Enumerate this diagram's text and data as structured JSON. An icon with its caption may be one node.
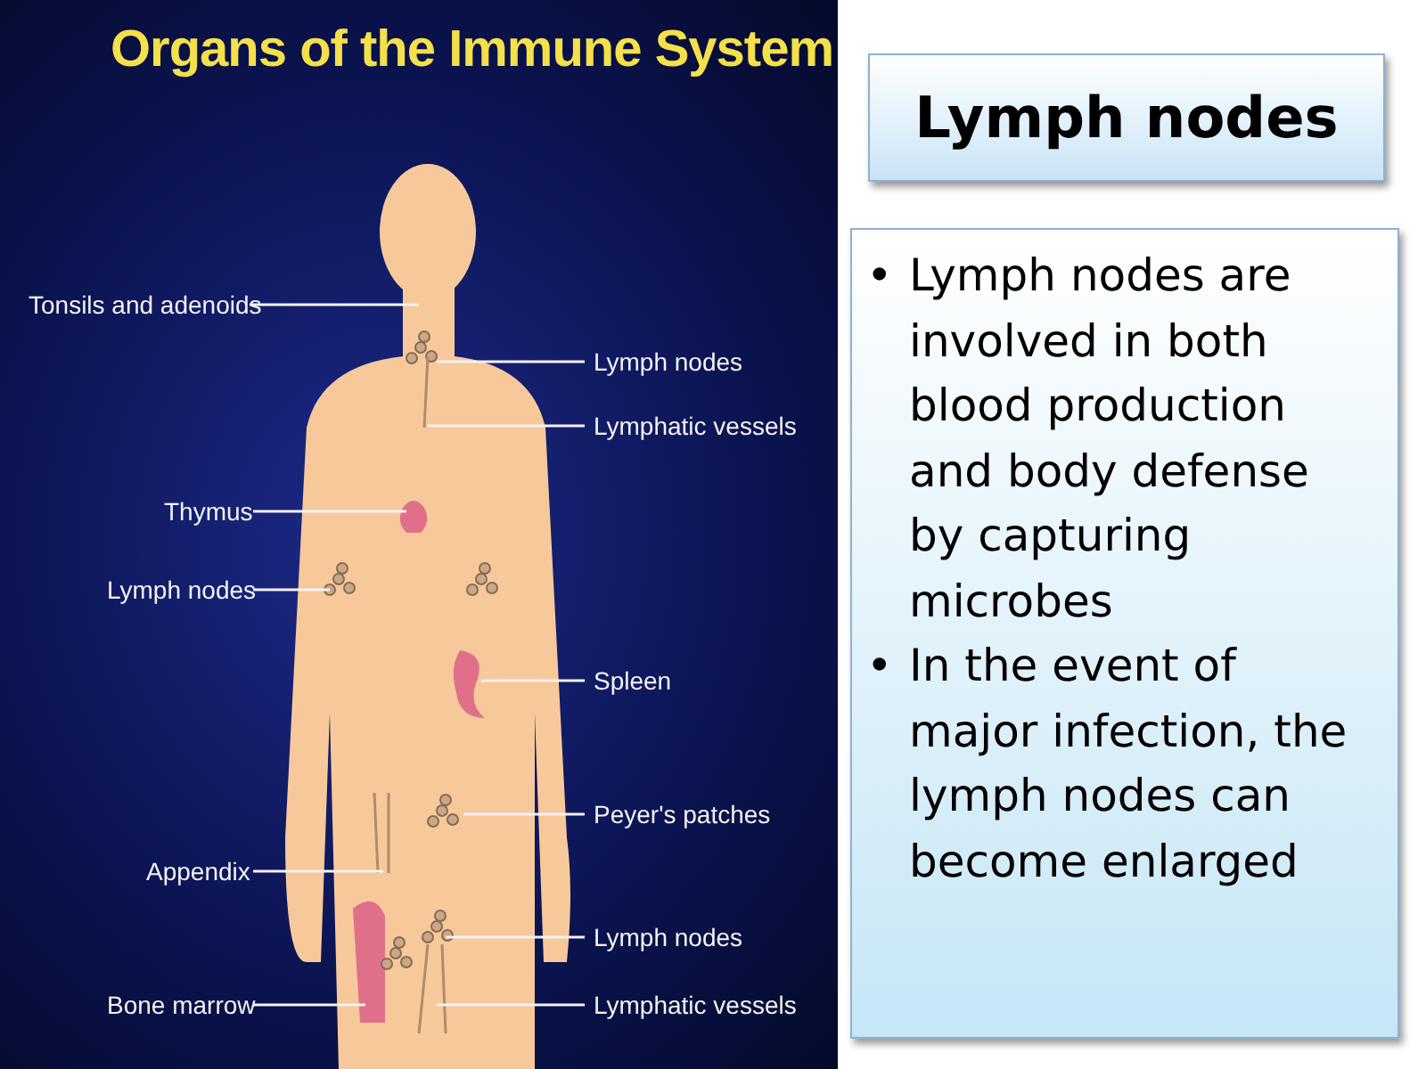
{
  "diagram": {
    "title": "Organs of the Immune System",
    "nodes": [
      {
        "text": [
          "Lymph nodes"
        ]
      },
      {
        "text": [
          "Lymph nodes are involved in both blood production and body defense by capturing microbes",
          "In the event of major infection, the lymph nodes can become enlarged"
        ]
      },
      {
        "text": [
          "Tonsils and adenoids"
        ]
      },
      {
        "text": [
          "Lymph nodes"
        ]
      },
      {
        "text": [
          "Lymphatic vessels"
        ]
      },
      {
        "text": [
          "Thymus"
        ]
      },
      {
        "text": [
          "Lymph nodes"
        ]
      },
      {
        "text": [
          "Spleen"
        ]
      },
      {
        "text": [
          "Peyer's patches"
        ]
      },
      {
        "text": [
          "Appendix"
        ]
      },
      {
        "text": [
          "Lymph nodes"
        ]
      },
      {
        "text": [
          "Bone marrow"
        ]
      },
      {
        "text": [
          "Lymphatic vessels"
        ]
      }
    ],
    "edges": [
      {
        "from": 2,
        "to": null,
        "arrow": "none"
      },
      {
        "from": 3,
        "to": null,
        "arrow": "none"
      },
      {
        "from": 4,
        "to": null,
        "arrow": "none"
      },
      {
        "from": 5,
        "to": null,
        "arrow": "none"
      },
      {
        "from": 6,
        "to": null,
        "arrow": "none"
      },
      {
        "from": 7,
        "to": null,
        "arrow": "none"
      },
      {
        "from": 8,
        "to": null,
        "arrow": "none"
      },
      {
        "from": 9,
        "to": null,
        "arrow": "none"
      },
      {
        "from": 10,
        "to": null,
        "arrow": "none"
      },
      {
        "from": 11,
        "to": null,
        "arrow": "none"
      },
      {
        "from": 12,
        "to": null,
        "arrow": "none"
      }
    ],
    "labels": [
      "•",
      "•"
    ]
  }
}
